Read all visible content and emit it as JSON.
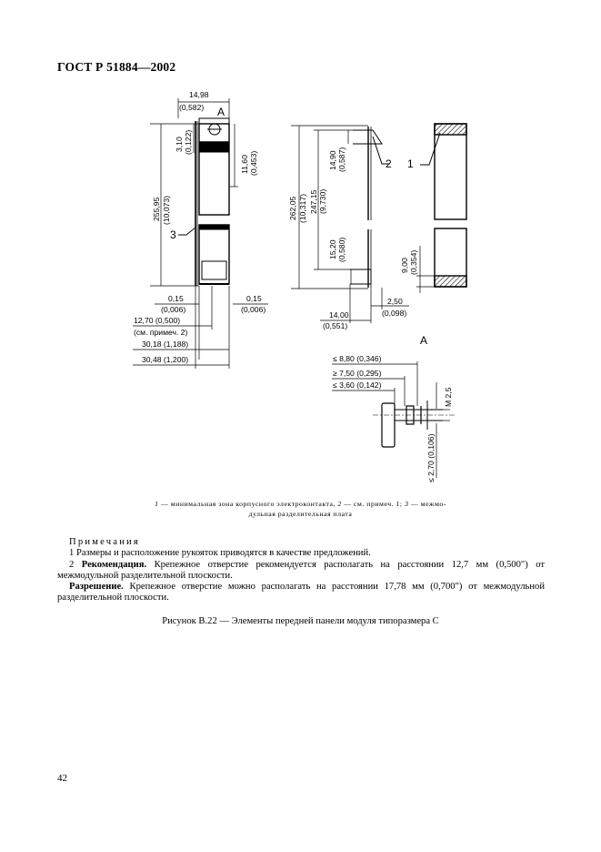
{
  "header": {
    "standard": "ГОСТ Р 51884—2002"
  },
  "drawing": {
    "dims": {
      "w14_98": "14,98",
      "w0_582": "(0,582)",
      "label_A": "А",
      "d3_10": "3,10",
      "d0_122": "(0,122)",
      "d11_60": "11,60",
      "d0_453": "(0,453)",
      "d255_95": "255,95",
      "d10_073": "(10,073)",
      "label_3": "3",
      "d0_15a": "0,15",
      "d0_006a": "(0,006)",
      "d0_15b": "0,15",
      "d0_006b": "(0,006)",
      "d12_70": "12,70 (0,500)",
      "note2": "(см. примеч. 2)",
      "d30_18": "30,18 (1,188)",
      "d30_48": "30,48 (1,200)",
      "d262_05": "262,05",
      "d10_317": "(10,317)",
      "d247_15": "247,15",
      "d9_730": "(9,730)",
      "d14_90": "14,90",
      "d0_587": "(0,587)",
      "d15_20": "15,20",
      "d0_580": "(0,580)",
      "label_2": "2",
      "label_1": "1",
      "d9_00": "9,00",
      "d0_354": "(0,354)",
      "d14_00": "14,00",
      "d0_551": "(0,551)",
      "d2_50": "2,50",
      "d0_098": "(0,098)",
      "viewA": "А",
      "le8_80": "≤ 8,80 (0,346)",
      "ge7_50": "≥ 7,50 (0,295)",
      "le3_60": "≤ 3,60 (0,142)",
      "m2_5": "M 2,5",
      "le2_70": "≤ 2,70 (0,106)"
    }
  },
  "legend": {
    "n1": "1",
    "t1": " — минимальная зона корпусного электроконтакта, ",
    "n2": "2",
    "t2": " — см. примеч. 1; ",
    "n3": "3",
    "t3": " — межмо-",
    "line2": "дульная разделительная плата"
  },
  "notes": {
    "heading": "Примечания",
    "n1": "1 Размеры и расположение рукояток приводятся в качестве предложений.",
    "n2_num": "2 ",
    "n2_bold": "Рекомендация.",
    "n2_text": " Крепежное отверстие рекомендуется располагать на расстоянии 12,7 мм (0,500\") от межмодульной разделительной плоскости.",
    "n3_bold": "Разрешение.",
    "n3_text": " Крепежное отверстие можно располагать на расстоянии 17,78 мм (0,700\") от межмодульной разделительной плоскости."
  },
  "caption": "Рисунок В.22 — Элементы передней панели модуля типоразмера С",
  "page_number": "42"
}
